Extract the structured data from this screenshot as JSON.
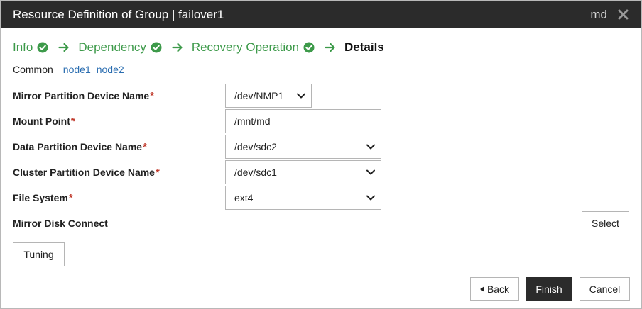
{
  "dialog": {
    "title": "Resource Definition of Group | failover1",
    "resource_name": "md"
  },
  "steps": [
    {
      "label": "Info",
      "done": true
    },
    {
      "label": "Dependency",
      "done": true
    },
    {
      "label": "Recovery Operation",
      "done": true
    },
    {
      "label": "Details",
      "done": false
    }
  ],
  "subtabs": {
    "common": "Common",
    "node1": "node1",
    "node2": "node2"
  },
  "form": {
    "mirror_partition": {
      "label": "Mirror Partition Device Name",
      "value": "/dev/NMP1"
    },
    "mount_point": {
      "label": "Mount Point",
      "value": "/mnt/md"
    },
    "data_partition": {
      "label": "Data Partition Device Name",
      "value": "/dev/sdc2"
    },
    "cluster_partition": {
      "label": "Cluster Partition Device Name",
      "value": "/dev/sdc1"
    },
    "file_system": {
      "label": "File System",
      "value": "ext4"
    },
    "mirror_disk_connect": {
      "label": "Mirror Disk Connect"
    },
    "required_mark": "*"
  },
  "buttons": {
    "select": "Select",
    "tuning": "Tuning",
    "back": "Back",
    "finish": "Finish",
    "cancel": "Cancel"
  },
  "colors": {
    "titlebar": "#2b2b2b",
    "step_done": "#3d9a4a",
    "link": "#2a6db0",
    "required": "#c0392b"
  }
}
